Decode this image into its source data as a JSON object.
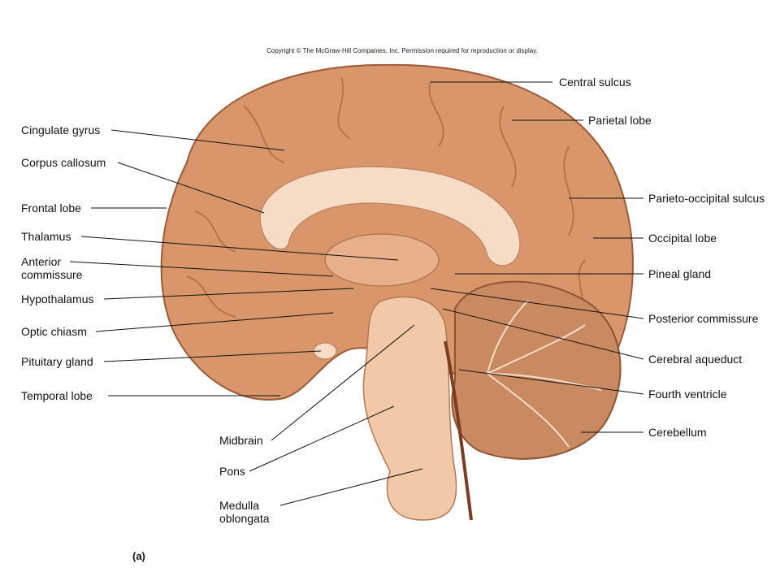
{
  "copyright": "Copyright © The McGraw-Hill Companies, Inc. Permission required for reproduction or display.",
  "panel_label": "(a)",
  "labels": {
    "central_sulcus": "Central sulcus",
    "parietal_lobe": "Parietal lobe",
    "cingulate_gyrus": "Cingulate gyrus",
    "corpus_callosum": "Corpus callosum",
    "frontal_lobe": "Frontal lobe",
    "parieto_occipital_sulcus": "Parieto-occipital sulcus",
    "occipital_lobe": "Occipital lobe",
    "thalamus": "Thalamus",
    "anterior_commissure": "Anterior commissure",
    "pineal_gland": "Pineal gland",
    "hypothalamus": "Hypothalamus",
    "posterior_commissure": "Posterior commissure",
    "optic_chiasm": "Optic chiasm",
    "cerebral_aqueduct": "Cerebral aqueduct",
    "pituitary_gland": "Pituitary gland",
    "fourth_ventricle": "Fourth ventricle",
    "temporal_lobe": "Temporal lobe",
    "cerebellum": "Cerebellum",
    "midbrain": "Midbrain",
    "pons": "Pons",
    "medulla_oblongata": "Medulla oblongata"
  },
  "colors": {
    "cortex": "#d9966b",
    "cortex_dark": "#b8724a",
    "white_matter": "#f6dcc4",
    "brainstem": "#f2c9a8",
    "cerebellum": "#c98a62"
  }
}
